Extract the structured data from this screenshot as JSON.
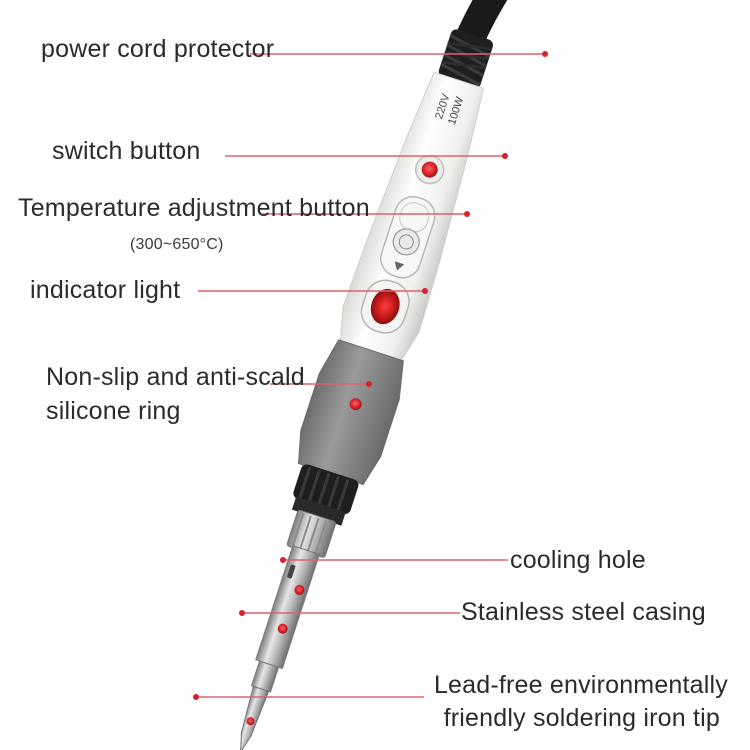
{
  "colors": {
    "leader_line": "#e0626a",
    "marker_red": "#d6232a",
    "handle_white": "#f2f2f0",
    "silicone_grey": "#8c8c8c",
    "cord_black": "#1c1c1c",
    "steel": "#b8b8b8"
  },
  "specs": {
    "voltage": "220V",
    "power": "100W"
  },
  "labels": {
    "power_cord_protector": "power cord protector",
    "switch_button": "switch button",
    "temperature_adjustment_button": "Temperature adjustment button",
    "temperature_range": "(300~650°C)",
    "indicator_light": "indicator light",
    "silicone_ring_line1": "Non-slip and anti-scald",
    "silicone_ring_line2": "silicone ring",
    "cooling_hole": "cooling hole",
    "stainless_steel_casing": "Stainless steel casing",
    "tip_line1": "Lead-free environmentally",
    "tip_line2": "friendly soldering iron tip"
  }
}
